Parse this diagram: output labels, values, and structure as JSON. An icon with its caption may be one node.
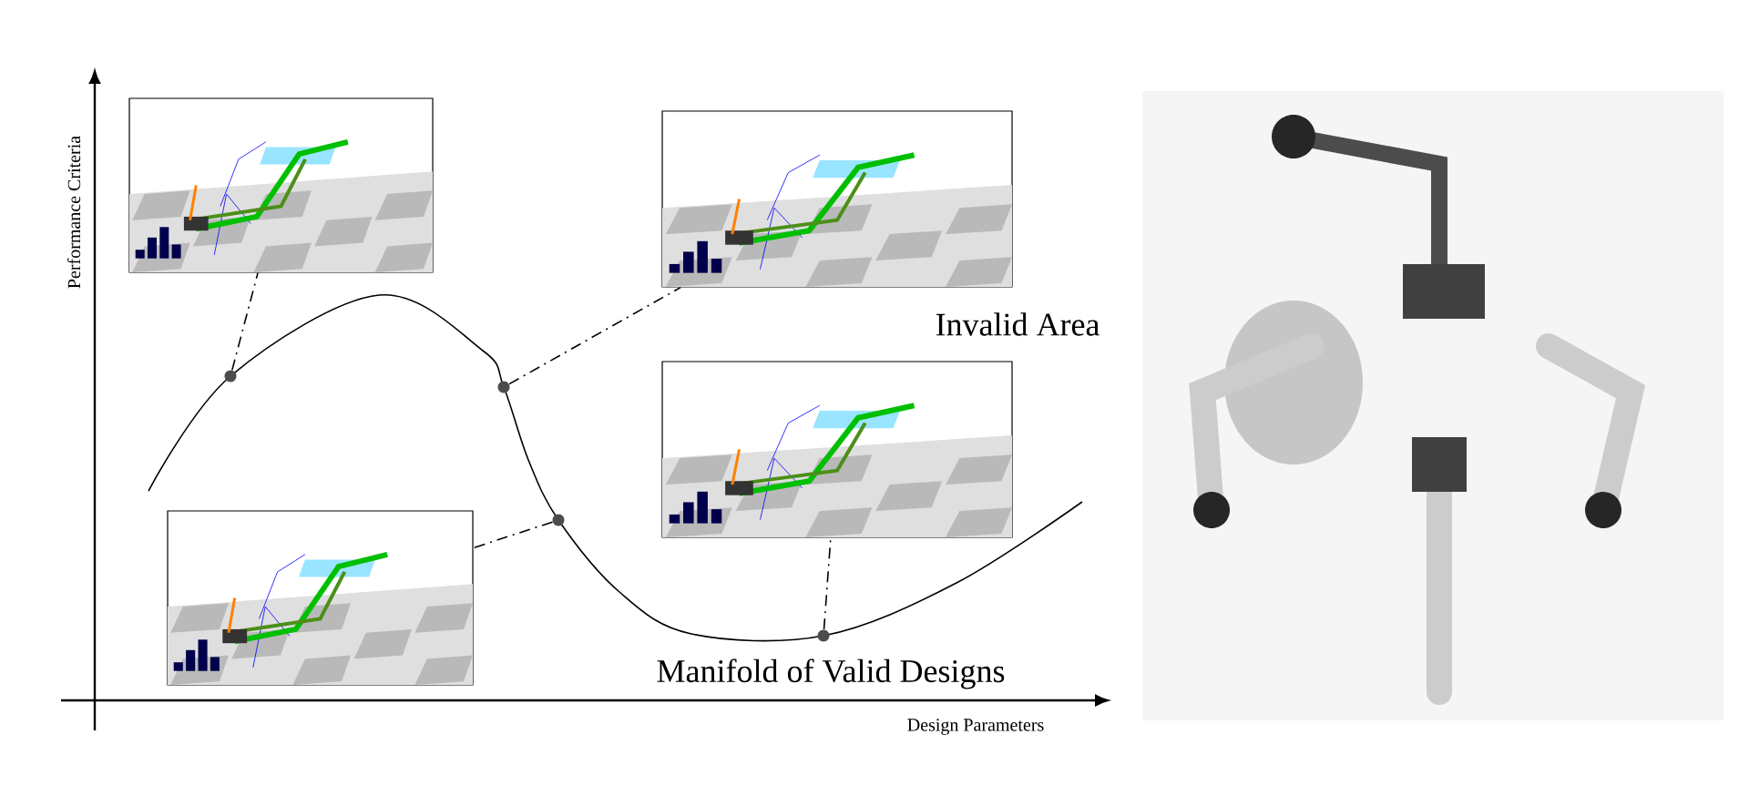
{
  "diagram": {
    "nodes": [
      {
        "text": [],
        "shape": "picture"
      },
      {
        "text": [],
        "shape": "picture"
      },
      {
        "text": [],
        "shape": "picture"
      },
      {
        "text": [],
        "shape": "picture"
      },
      {
        "text": [],
        "shape": "circle"
      },
      {
        "text": [],
        "shape": "circle"
      },
      {
        "text": [],
        "shape": "circle"
      },
      {
        "text": [],
        "shape": "circle"
      }
    ],
    "edges": [
      {
        "from": 4,
        "to": 0,
        "arrow": "none",
        "style": "dashed"
      },
      {
        "from": 5,
        "to": 1,
        "arrow": "none",
        "style": "dashed"
      },
      {
        "from": 6,
        "to": 3,
        "arrow": "none",
        "style": "dashed"
      },
      {
        "from": 7,
        "to": 2,
        "arrow": "none",
        "style": "dashed"
      }
    ],
    "labels": [
      "Performance Criteria",
      "Invalid Area",
      "Manifold of Valid Designs",
      "Design Parameters"
    ]
  }
}
